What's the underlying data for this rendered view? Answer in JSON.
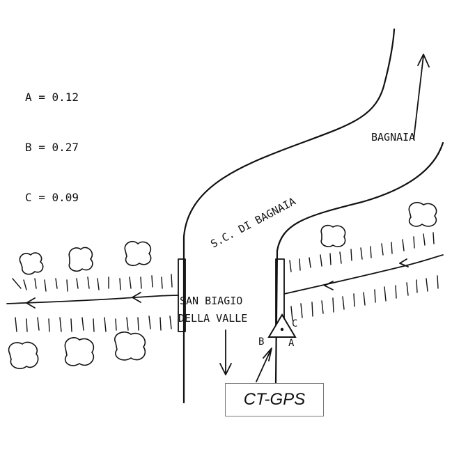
{
  "legend": [
    {
      "key": "A",
      "value": "0.12",
      "text": "A = 0.12"
    },
    {
      "key": "B",
      "value": "0.27",
      "text": "B = 0.27"
    },
    {
      "key": "C",
      "value": "0.09",
      "text": "C = 0.09"
    }
  ],
  "places": {
    "bagnaia": "BAGNAIA",
    "road": "S.C. DI BAGNAIA",
    "village_line1": "SAN BIAGIO",
    "village_line2": "DELLA VALLE"
  },
  "station": {
    "label": "CT-GPS",
    "point_a": "A",
    "point_b": "B",
    "point_c": "C"
  }
}
